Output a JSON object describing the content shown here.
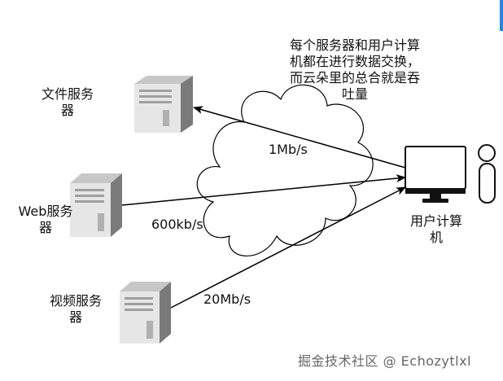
{
  "annotation": "每个服务器和用户计算机都在进行数据交换，而云朵里的总合就是吞吐量",
  "annotation_lines": [
    "每个服务器和用户计算",
    "机都在进行数据交换，",
    "而云朵里的总合就是吞",
    "吐量"
  ],
  "nodes": {
    "file_server": {
      "label_lines": [
        "文件服务",
        "器"
      ]
    },
    "web_server": {
      "label_lines": [
        "Web服务",
        "器"
      ]
    },
    "video_server": {
      "label_lines": [
        "视频服务",
        "器"
      ]
    },
    "user_computer": {
      "label_lines": [
        "用户计算",
        "机"
      ]
    }
  },
  "edges": {
    "file": "1Mb/s",
    "web": "600kb/s",
    "video": "20Mb/s"
  },
  "watermark": "掘金技术社区 @ Echozytlxl",
  "colors": {
    "server_light": "#d9d9d9",
    "server_dark": "#8a8a8a",
    "line": "#000000",
    "accent": "#1e88e5"
  }
}
